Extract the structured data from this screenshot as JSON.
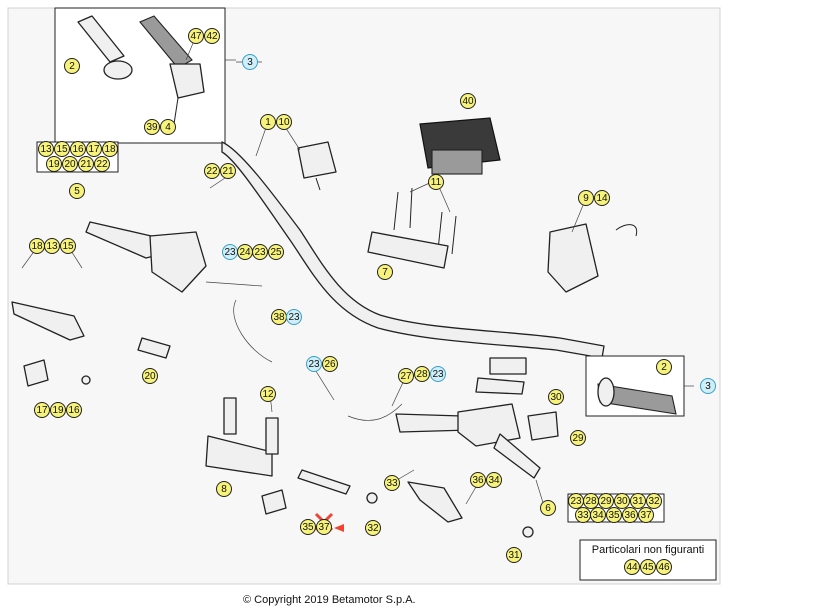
{
  "copyright": "© Copyright 2019 Betamotor S.p.A.",
  "not_shown_title": "Particolari non figuranti",
  "callouts": [
    {
      "id": "c-2a",
      "label": "2"
    },
    {
      "id": "c-47",
      "label": "47"
    },
    {
      "id": "c-42",
      "label": "42"
    },
    {
      "id": "c-3a",
      "label": "3"
    },
    {
      "id": "c-39",
      "label": "39"
    },
    {
      "id": "c-4",
      "label": "4"
    },
    {
      "id": "c-1",
      "label": "1"
    },
    {
      "id": "c-10",
      "label": "10"
    },
    {
      "id": "c-40",
      "label": "40"
    },
    {
      "id": "c-13a",
      "label": "13"
    },
    {
      "id": "c-15a",
      "label": "15"
    },
    {
      "id": "c-16a",
      "label": "16"
    },
    {
      "id": "c-17a",
      "label": "17"
    },
    {
      "id": "c-18a",
      "label": "18"
    },
    {
      "id": "c-19a",
      "label": "19"
    },
    {
      "id": "c-20a",
      "label": "20"
    },
    {
      "id": "c-21a",
      "label": "21"
    },
    {
      "id": "c-22a",
      "label": "22"
    },
    {
      "id": "c-5",
      "label": "5"
    },
    {
      "id": "c-22b",
      "label": "22"
    },
    {
      "id": "c-21b",
      "label": "21"
    },
    {
      "id": "c-11",
      "label": "11"
    },
    {
      "id": "c-9",
      "label": "9"
    },
    {
      "id": "c-14",
      "label": "14"
    },
    {
      "id": "c-18b",
      "label": "18"
    },
    {
      "id": "c-13b",
      "label": "13"
    },
    {
      "id": "c-15b",
      "label": "15"
    },
    {
      "id": "c-23a",
      "label": "23"
    },
    {
      "id": "c-24",
      "label": "24"
    },
    {
      "id": "c-23b",
      "label": "23"
    },
    {
      "id": "c-25",
      "label": "25"
    },
    {
      "id": "c-7",
      "label": "7"
    },
    {
      "id": "c-38",
      "label": "38"
    },
    {
      "id": "c-23c",
      "label": "23"
    },
    {
      "id": "c-2b",
      "label": "2"
    },
    {
      "id": "c-3b",
      "label": "3"
    },
    {
      "id": "c-20b",
      "label": "20"
    },
    {
      "id": "c-23d",
      "label": "23"
    },
    {
      "id": "c-26",
      "label": "26"
    },
    {
      "id": "c-27",
      "label": "27"
    },
    {
      "id": "c-28a",
      "label": "28"
    },
    {
      "id": "c-23e",
      "label": "23"
    },
    {
      "id": "c-30",
      "label": "30"
    },
    {
      "id": "c-17b",
      "label": "17"
    },
    {
      "id": "c-19b",
      "label": "19"
    },
    {
      "id": "c-16b",
      "label": "16"
    },
    {
      "id": "c-12",
      "label": "12"
    },
    {
      "id": "c-29",
      "label": "29"
    },
    {
      "id": "c-8",
      "label": "8"
    },
    {
      "id": "c-33",
      "label": "33"
    },
    {
      "id": "c-36",
      "label": "36"
    },
    {
      "id": "c-34",
      "label": "34"
    },
    {
      "id": "c-6",
      "label": "6"
    },
    {
      "id": "c-35",
      "label": "35"
    },
    {
      "id": "c-37",
      "label": "37"
    },
    {
      "id": "c-32",
      "label": "32"
    },
    {
      "id": "c-31",
      "label": "31"
    },
    {
      "id": "c-44",
      "label": "44"
    },
    {
      "id": "c-45",
      "label": "45"
    },
    {
      "id": "c-46",
      "label": "46"
    },
    {
      "id": "c-23f",
      "label": "23"
    },
    {
      "id": "c-28b",
      "label": "28"
    },
    {
      "id": "c-29b",
      "label": "29"
    },
    {
      "id": "c-30b",
      "label": "30"
    },
    {
      "id": "c-31b",
      "label": "31"
    },
    {
      "id": "c-32b",
      "label": "32"
    },
    {
      "id": "c-33b",
      "label": "33"
    },
    {
      "id": "c-34b",
      "label": "34"
    },
    {
      "id": "c-35b",
      "label": "35"
    },
    {
      "id": "c-36b",
      "label": "36"
    },
    {
      "id": "c-37b",
      "label": "37"
    }
  ]
}
